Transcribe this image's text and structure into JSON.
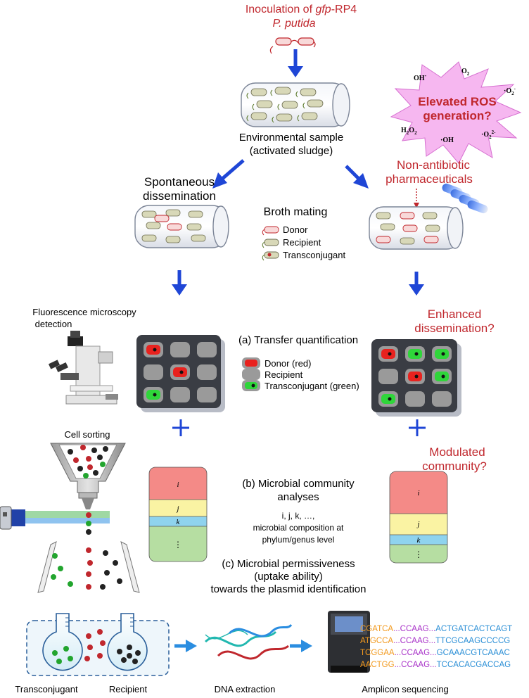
{
  "top": {
    "inoculation_line1_prefix": "Inoculation of ",
    "inoculation_line1_italic": "gfp",
    "inoculation_line1_suffix": "-RP4",
    "inoculation_line2": "P. putida",
    "env_sample_line1": "Environmental sample",
    "env_sample_line2": "(activated sludge)"
  },
  "ros": {
    "title_line1": "Elevated ROS",
    "title_line2": "generation?",
    "species": [
      "OH·",
      "O2",
      "·O2·",
      "H2O2",
      "·OH",
      "·O22·"
    ]
  },
  "left_branch": {
    "line1": "Spontaneous",
    "line2": "dissemination"
  },
  "right_branch": {
    "line1": "Non-antibiotic",
    "line2": "pharmaceuticals"
  },
  "broth": {
    "title": "Broth mating",
    "legend": [
      "Donor",
      "Recipient",
      "Transconjugant"
    ]
  },
  "microscopy": {
    "line1": "Fluorescence microscopy",
    "line2": "detection"
  },
  "enhanced": {
    "line1": "Enhanced",
    "line2": "dissemination?"
  },
  "transfer": {
    "title": "(a) Transfer quantification",
    "legend": [
      "Donor (red)",
      "Recipient",
      "Transconjugant (green)"
    ]
  },
  "sorting": {
    "label": "Cell sorting"
  },
  "modulated": {
    "line1": "Modulated",
    "line2": "community?"
  },
  "community": {
    "title_line1": "(b) Microbial community",
    "title_line2": "analyses",
    "desc_line1": "i, j, k, …,",
    "desc_line2": "microbial composition at",
    "desc_line3": "phylum/genus level",
    "bars": [
      "i",
      "j",
      "k",
      "⋮"
    ]
  },
  "permissiveness": {
    "line1": "(c) Microbial permissiveness",
    "line2": "(uptake ability)",
    "line3": "towards the plasmid identification"
  },
  "bottom": {
    "transconjugant": "Transconjugant",
    "recipient": "Recipient",
    "dna": "DNA extraction",
    "amplicon": "Amplicon sequencing"
  },
  "sequences": [
    {
      "a": "CGATCA",
      "b": "...CCAAG...",
      "c": "ACTGATCACTCAGT"
    },
    {
      "a": "ATGCCA",
      "b": "...CCAAG...",
      "c": "TTCGCAAGCCCCG"
    },
    {
      "a": "TCGGAA",
      "b": "...CCAAG...",
      "c": "GCAAACGTCAAAC"
    },
    {
      "a": "AACTGG",
      "b": "...CCAAG...",
      "c": "TCCACACGACCAG"
    }
  ],
  "colors": {
    "red_text": "#c0272d",
    "blue_arrow": "#1f46d6",
    "light_blue_arrow": "#2a8de0",
    "ros_star": "#f6b7f0",
    "bar_i": "#f48a87",
    "bar_j": "#faf3a3",
    "bar_k": "#8fd3ee",
    "bar_rest": "#b6dea2",
    "seq_orange": "#f29a1f",
    "seq_purple": "#a832c8",
    "seq_blue": "#2b8fd6"
  }
}
